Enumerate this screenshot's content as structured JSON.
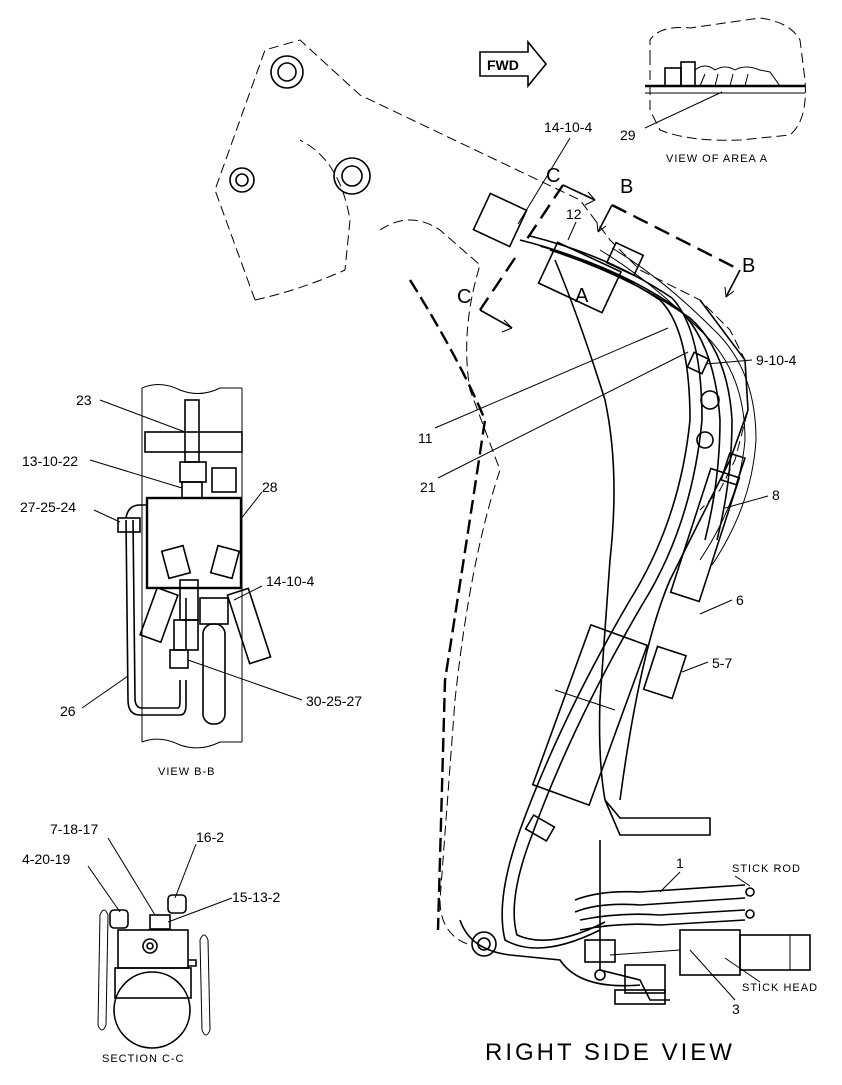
{
  "fwd_label": "FWD",
  "views": {
    "area_a": {
      "title": "VIEW OF AREA A",
      "callout": "29"
    },
    "view_bb": {
      "title": "VIEW B-B"
    },
    "section_cc": {
      "title": "SECTION C-C"
    },
    "right_side": {
      "title": "RIGHT SIDE VIEW"
    }
  },
  "section_markers": {
    "c_top": "C",
    "c_bottom": "C",
    "b_top": "B",
    "b_right": "B",
    "area": "A"
  },
  "callouts_main": {
    "c1": "14-10-4",
    "c2": "12",
    "c3": "9-10-4",
    "c4": "11",
    "c5": "21",
    "c6": "8",
    "c7": "6",
    "c8": "5-7",
    "c9": "1",
    "c10": "3",
    "stick_rod": "STICK ROD",
    "stick_head": "STICK HEAD"
  },
  "callouts_bb": {
    "c1": "23",
    "c2": "13-10-22",
    "c3": "27-25-24",
    "c4": "28",
    "c5": "14-10-4",
    "c6": "26",
    "c7": "30-25-27"
  },
  "callouts_cc": {
    "c1": "7-18-17",
    "c2": "4-20-19",
    "c3": "16-2",
    "c4": "15-13-2"
  }
}
